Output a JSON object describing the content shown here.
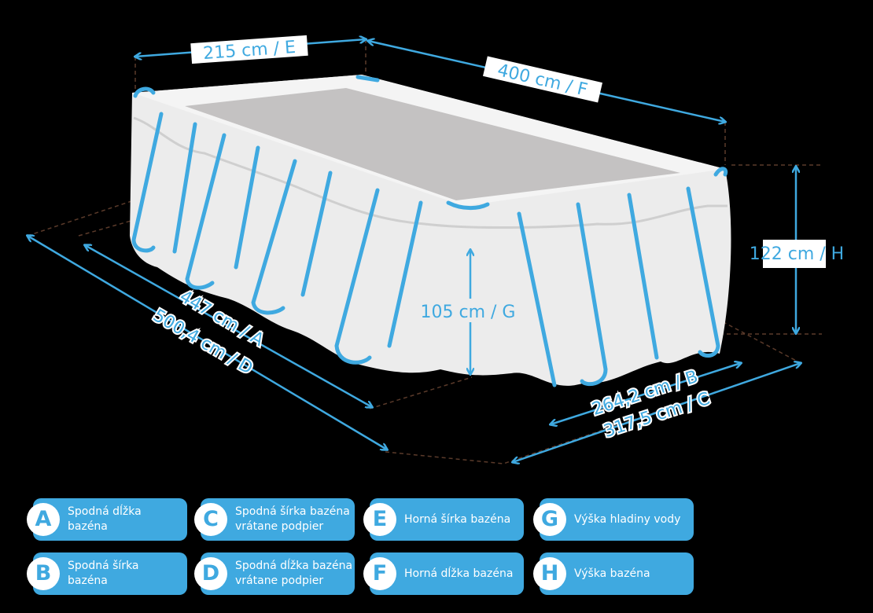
{
  "dimensions": {
    "E": "215 cm / E",
    "F": "400 cm / F",
    "H": "122 cm / H",
    "G": "105 cm / G",
    "A": "447 cm / A",
    "D": "500,4 cm / D",
    "B": "264,2 cm / B",
    "C": "317,5 cm / C"
  },
  "legend": [
    {
      "letter": "A",
      "text": "Spodná dĺžka\nbazéna"
    },
    {
      "letter": "C",
      "text": "Spodná šírka bazéna\nvrátane podpier"
    },
    {
      "letter": "E",
      "text": "Horná šírka bazéna"
    },
    {
      "letter": "G",
      "text": "Výška hladiny vody"
    },
    {
      "letter": "B",
      "text": "Spodná šírka\nbazéna"
    },
    {
      "letter": "D",
      "text": "Spodná dĺžka bazéna\nvrátane podpier"
    },
    {
      "letter": "F",
      "text": "Horná dĺžka bazéna"
    },
    {
      "letter": "H",
      "text": "Výška bazéna"
    }
  ],
  "colors": {
    "accent": "#3fa9e0",
    "pool": "#ececec",
    "water": "#c4c2c2"
  }
}
